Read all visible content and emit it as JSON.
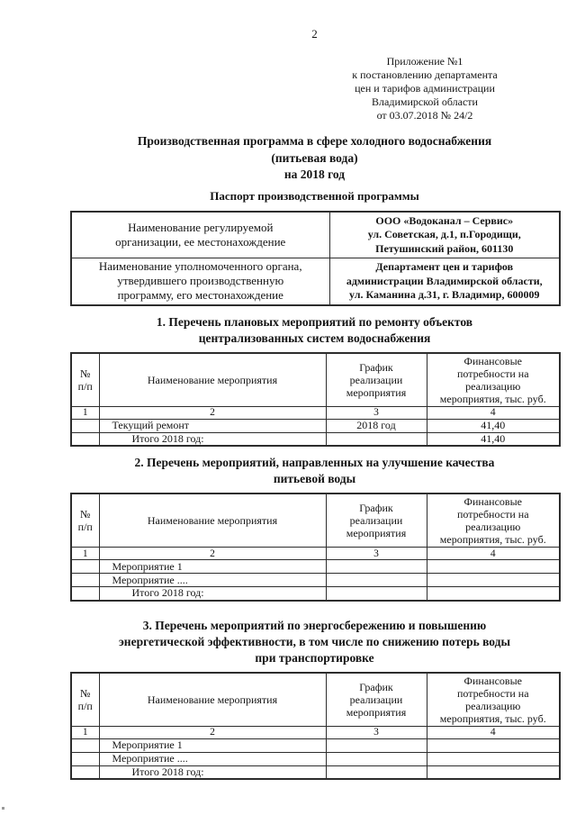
{
  "page": {
    "number": "2",
    "appendix": "Приложение №1\nк постановлению департамента\nцен и тарифов администрации\nВладимирской области\nот 03.07.2018 № 24/2",
    "title": "Производственная программа в сфере холодного водоснабжения\n(питьевая вода)\nна 2018 год",
    "passport_heading": "Паспорт производственной программы"
  },
  "passport_table": {
    "rows": [
      {
        "label": "Наименование регулируемой\nорганизации, ее местонахождение",
        "value": "ООО «Водоканал – Сервис»\nул. Советская, д.1, п.Городищи,\nПетушинский район, 601130"
      },
      {
        "label": "Наименование уполномоченного органа,\nутвердившего производственную\nпрограмму, его местонахождение",
        "value": "Департамент цен и тарифов\nадминистрации Владимирской области,\nул. Каманина д.31, г. Владимир, 600009"
      }
    ]
  },
  "table_columns": {
    "num": "№\nп/п",
    "name": "Наименование мероприятия",
    "schedule": "График\nреализации\nмероприятия",
    "finance": "Финансовые\nпотребности на\nреализацию\nмероприятия, тыс. руб.",
    "numbers": [
      "1",
      "2",
      "3",
      "4"
    ]
  },
  "sections": [
    {
      "heading": "1. Перечень плановых мероприятий по ремонту объектов\nцентрализованных систем водоснабжения",
      "rows": [
        {
          "num": "",
          "name": "Текущий ремонт",
          "schedule": "2018 год",
          "finance": "41,40"
        },
        {
          "num": "",
          "name": "Итого 2018 год:",
          "schedule": "",
          "finance": "41,40"
        }
      ]
    },
    {
      "heading": "2. Перечень мероприятий, направленных на улучшение качества\nпитьевой воды",
      "rows": [
        {
          "num": "",
          "name": "Мероприятие 1",
          "schedule": "",
          "finance": ""
        },
        {
          "num": "",
          "name": "Мероприятие ....",
          "schedule": "",
          "finance": ""
        },
        {
          "num": "",
          "name": "Итого 2018 год:",
          "schedule": "",
          "finance": ""
        }
      ]
    },
    {
      "heading": "3. Перечень мероприятий по энергосбережению и повышению\nэнергетической эффективности, в том числе по снижению потерь воды\nпри транспортировке",
      "rows": [
        {
          "num": "",
          "name": "Мероприятие 1",
          "schedule": "",
          "finance": ""
        },
        {
          "num": "",
          "name": "Мероприятие ....",
          "schedule": "",
          "finance": ""
        },
        {
          "num": "",
          "name": "Итого 2018 год:",
          "schedule": "",
          "finance": ""
        }
      ]
    }
  ]
}
